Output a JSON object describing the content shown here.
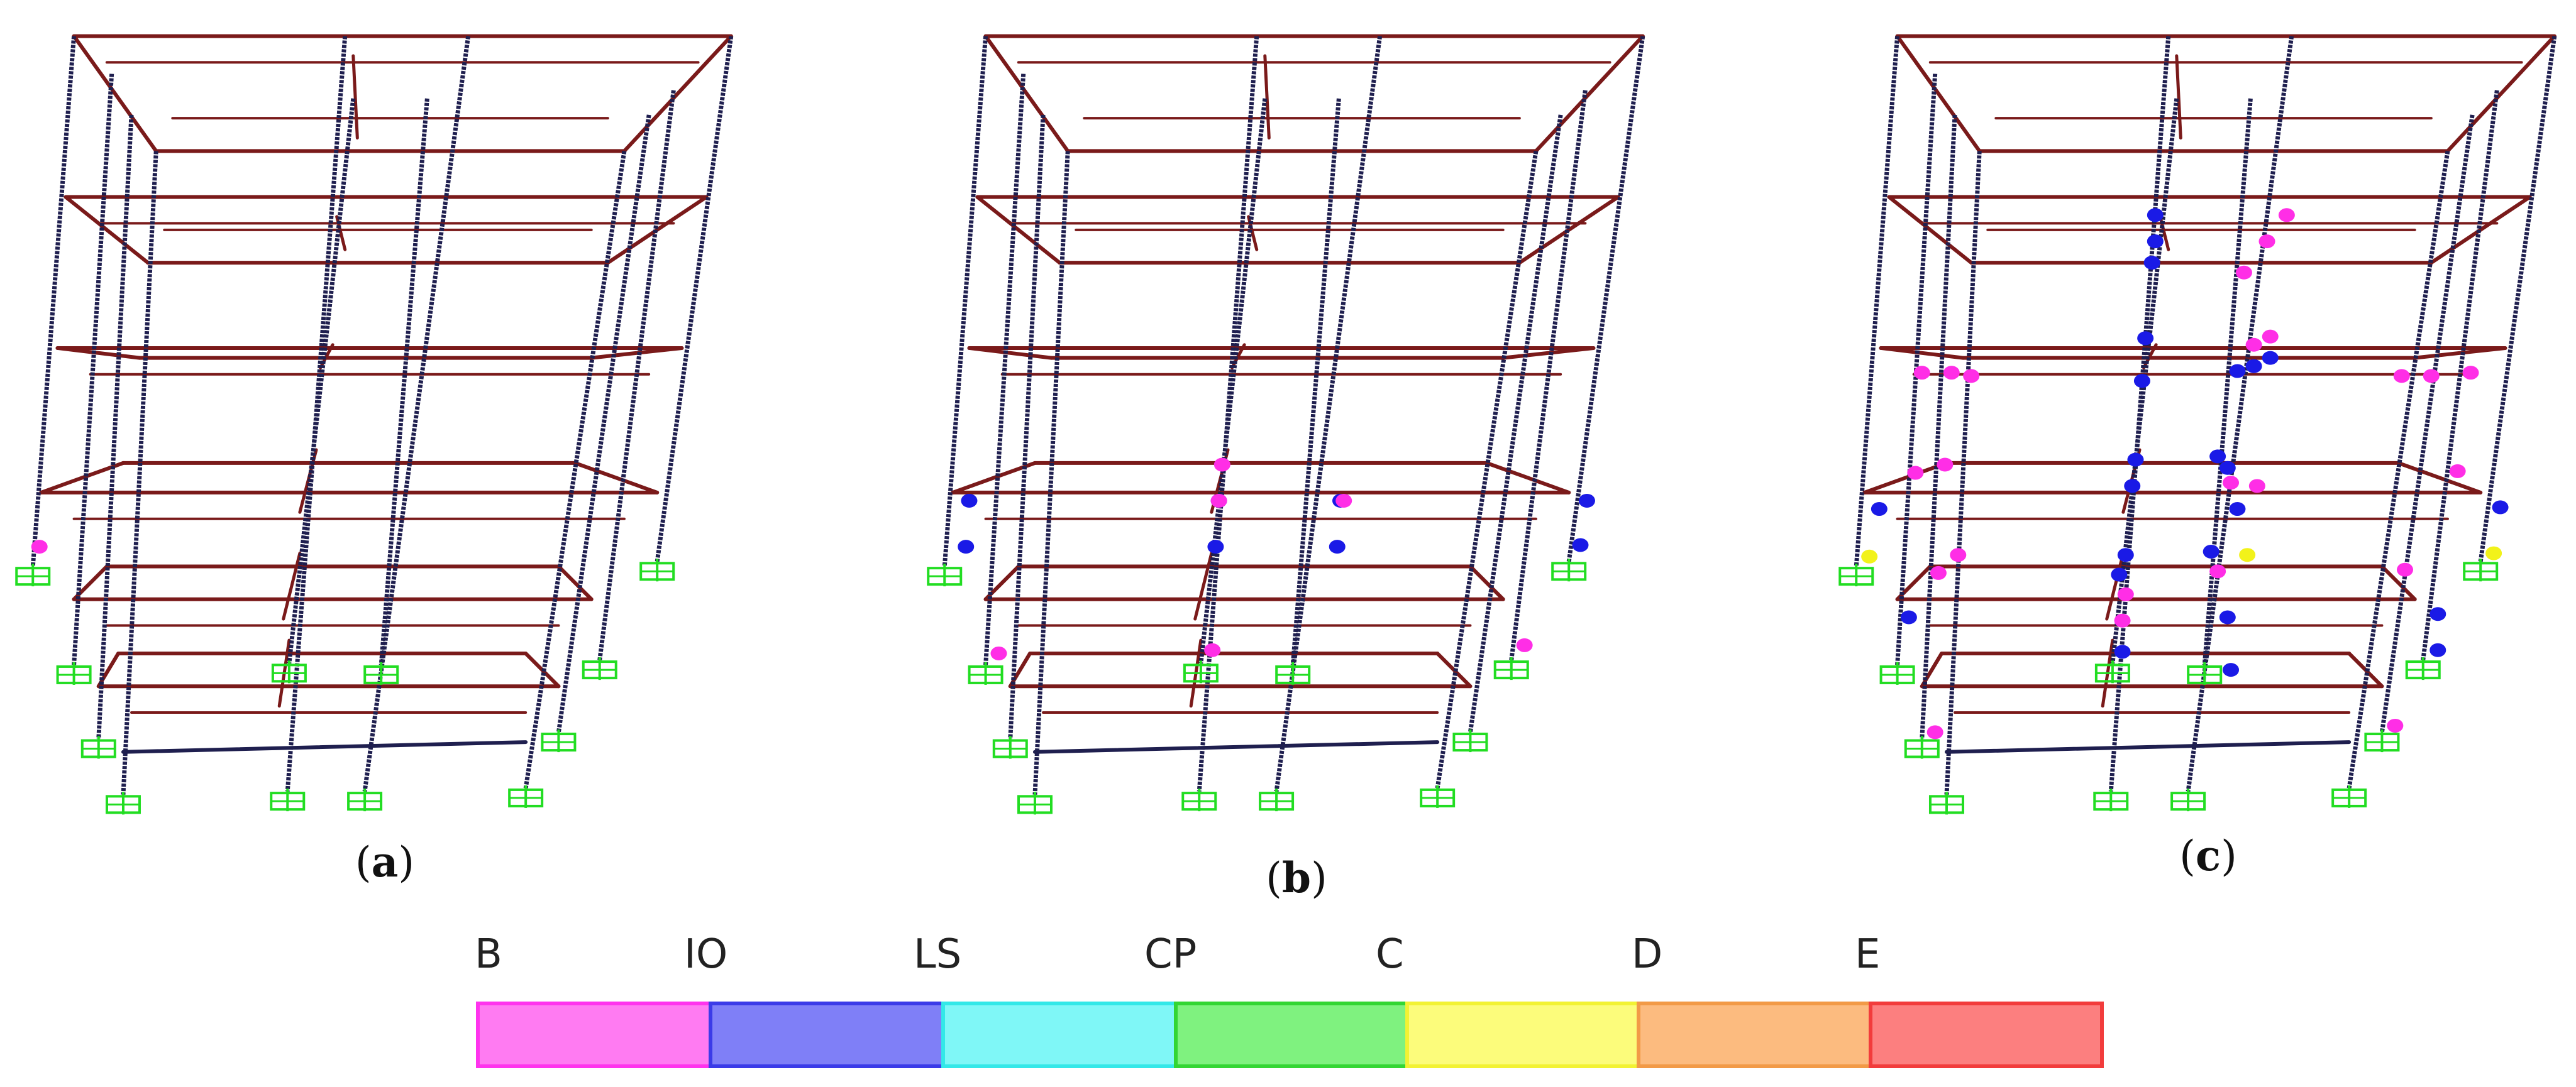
{
  "captions": {
    "a": {
      "open": "(",
      "letter": "a",
      "close": ")"
    },
    "b": {
      "open": "(",
      "letter": "b",
      "close": ")"
    },
    "c": {
      "open": "(",
      "letter": "c",
      "close": ")"
    }
  },
  "legend": {
    "labels": [
      "B",
      "IO",
      "LS",
      "CP",
      "C",
      "D",
      "E"
    ],
    "swatches": [
      {
        "fill": "#ff7bf2",
        "stroke": "#ff33ee"
      },
      {
        "fill": "#7f7ff7",
        "stroke": "#3b3be8"
      },
      {
        "fill": "#7ff7f7",
        "stroke": "#33e8e8"
      },
      {
        "fill": "#7ff27f",
        "stroke": "#33d633"
      },
      {
        "fill": "#fcfc7b",
        "stroke": "#f2f233"
      },
      {
        "fill": "#fcbb7f",
        "stroke": "#f29a47"
      },
      {
        "fill": "#fc7f7f",
        "stroke": "#f23c3c"
      }
    ]
  },
  "colors": {
    "column": "#1f1f4f",
    "beam": "#7a1a1a",
    "support": "#22dd22",
    "hinge_B": "#ff2ee6",
    "hinge_IO": "#1a1ae6",
    "hinge_C": "#f2f21a"
  },
  "icons": {
    "support": "fixed-support-icon",
    "hinge": "plastic-hinge-icon"
  }
}
